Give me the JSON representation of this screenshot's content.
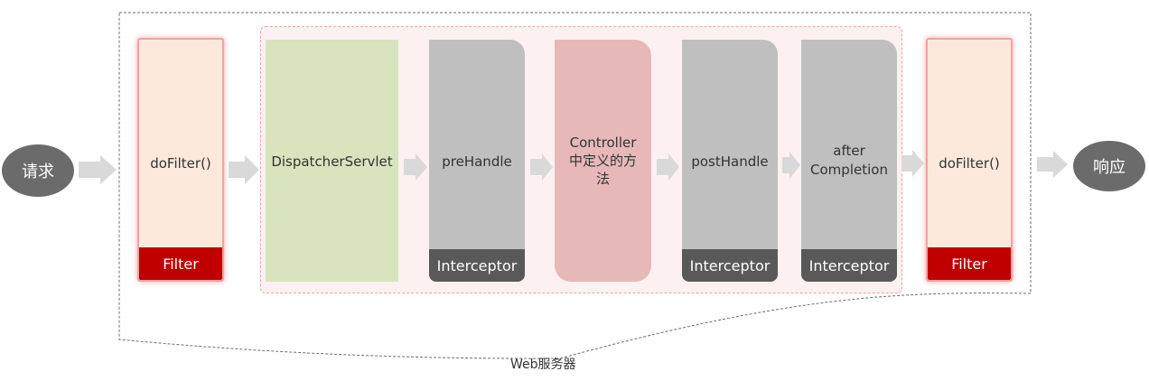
{
  "request_label": "请求",
  "response_label": "响应",
  "filter_left": {
    "method": "doFilter()",
    "label": "Filter"
  },
  "dispatcher": {
    "label": "DispatcherServlet"
  },
  "pre_handle": {
    "method": "preHandle",
    "label": "Interceptor"
  },
  "controller": {
    "line1": "Controller",
    "line2": "中定义的方",
    "line3": "法"
  },
  "post_handle": {
    "method": "postHandle",
    "label": "Interceptor"
  },
  "after_completion": {
    "line1": "after",
    "line2": "Completion",
    "label": "Interceptor"
  },
  "filter_right": {
    "method": "doFilter()",
    "label": "Filter"
  },
  "web_server_label": "Web服务器",
  "colors": {
    "filter_fill": "#fde9dc",
    "filter_footer": "#c00000",
    "dispatcher_fill": "#d7e4bd",
    "interceptor_fill": "#bfbfbf",
    "interceptor_footer": "#595959",
    "controller_fill": "#e6b9b8",
    "endpoint_fill": "#6b6b6b",
    "arrow_fill": "#d9d9d9"
  }
}
